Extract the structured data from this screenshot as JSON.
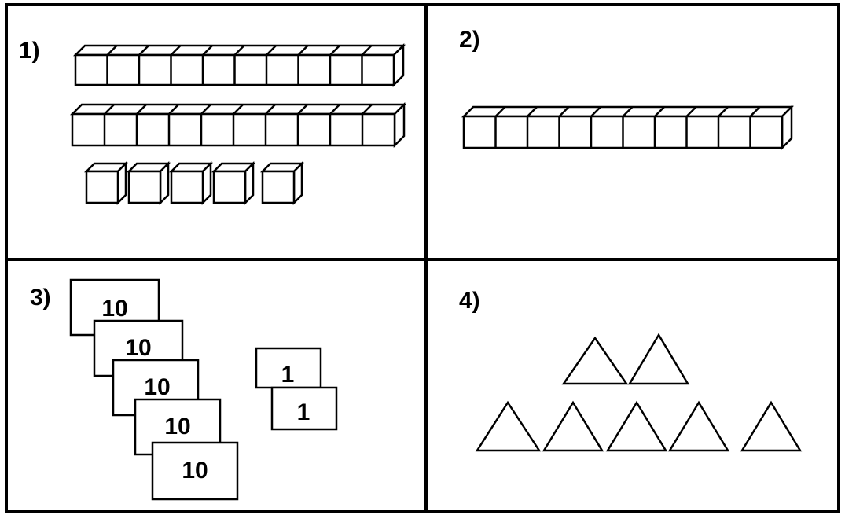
{
  "panels": [
    {
      "label": "1)",
      "content": "ten_rods",
      "rods": 2,
      "units": 5
    },
    {
      "label": "2)",
      "content": "ten_rods",
      "rods": 1,
      "units": 0
    },
    {
      "label": "3)",
      "content": "place_value_cards",
      "cards": [
        "10",
        "10",
        "10",
        "10",
        "10",
        "1",
        "1"
      ]
    },
    {
      "label": "4)",
      "content": "triangles",
      "rows": [
        2,
        5
      ]
    }
  ]
}
